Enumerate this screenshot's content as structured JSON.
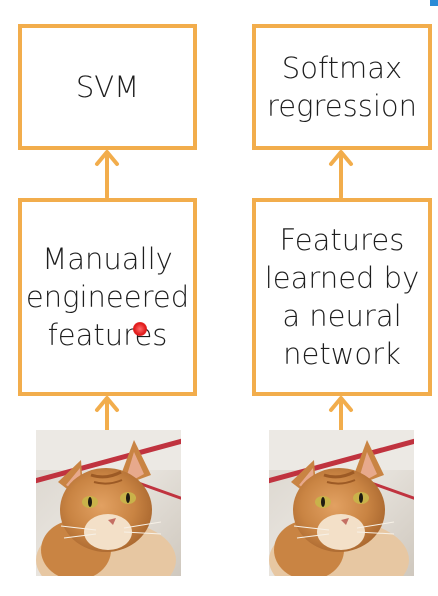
{
  "left_column": {
    "top_box": "SVM",
    "bottom_box": "Manually\nengineered\nfeatures"
  },
  "right_column": {
    "top_box": "Softmax\nregression",
    "bottom_box": "Features\nlearned by\na neural\nnetwork"
  },
  "colors": {
    "box_border": "#f2ad4c",
    "arrow": "#f2ad4c",
    "text": "#1e1e1e",
    "pointer": "#e01818"
  },
  "icons": {
    "input_image": "cat-photo"
  }
}
